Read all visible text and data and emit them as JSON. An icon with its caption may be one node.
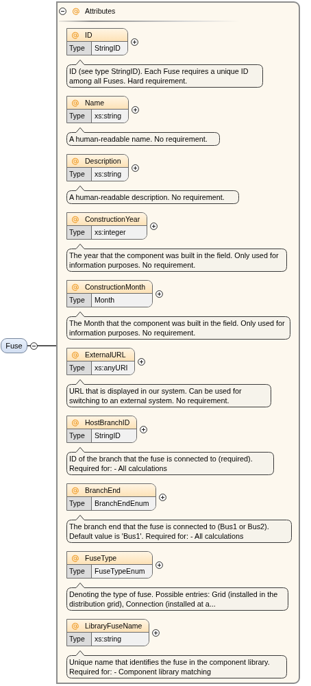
{
  "diagram": {
    "nodes": [
      {
        "text": [
          "Fuse"
        ]
      },
      {
        "text": [
          "Attributes"
        ]
      },
      {
        "text": [
          "ID",
          "Type",
          "StringID"
        ],
        "in": 1
      },
      {
        "text": [
          "ID (see type StringID). Each Fuse requires a unique ID among all Fuses. Hard requirement."
        ],
        "in": 1
      },
      {
        "text": [
          "Name",
          "Type",
          "xs:string"
        ],
        "in": 1
      },
      {
        "text": [
          "A human-readable name. No requirement."
        ],
        "in": 1
      },
      {
        "text": [
          "Description",
          "Type",
          "xs:string"
        ],
        "in": 1
      },
      {
        "text": [
          "A human-readable description. No requirement."
        ],
        "in": 1
      },
      {
        "text": [
          "ConstructionYear",
          "Type",
          "xs:integer"
        ],
        "in": 1
      },
      {
        "text": [
          "The year that the component was built in the field. Only used for information purposes. No requirement."
        ],
        "in": 1
      },
      {
        "text": [
          "ConstructionMonth",
          "Type",
          "Month"
        ],
        "in": 1
      },
      {
        "text": [
          "The Month that the component was built in the field. Only used for information purposes. No requirement."
        ],
        "in": 1
      },
      {
        "text": [
          "ExternalURL",
          "Type",
          "xs:anyURI"
        ],
        "in": 1
      },
      {
        "text": [
          "URL that is displayed in our system. Can be used for switching to an external system. No requirement."
        ],
        "in": 1
      },
      {
        "text": [
          "HostBranchID",
          "Type",
          "StringID"
        ],
        "in": 1
      },
      {
        "text": [
          "ID of the branch that the fuse is connected to (required). Required for: - All calculations"
        ],
        "in": 1
      },
      {
        "text": [
          "BranchEnd",
          "Type",
          "BranchEndEnum"
        ],
        "in": 1
      },
      {
        "text": [
          "The branch end that the fuse is connected to (Bus1 or Bus2). Default value is 'Bus1'. Required for: - All calculations"
        ],
        "in": 1
      },
      {
        "text": [
          "FuseType",
          "Type",
          "FuseTypeEnum"
        ],
        "in": 1
      },
      {
        "text": [
          "Denoting the type of fuse. Possible entries: Grid (installed in the distribution grid), Connection (installed at a..."
        ],
        "in": 1
      },
      {
        "text": [
          "LibraryFuseName",
          "Type",
          "xs:string"
        ],
        "in": 1
      },
      {
        "text": [
          "Unique name that identifies the fuse in the component library. Required for: - Component library matching"
        ],
        "in": 1
      }
    ],
    "edges": [
      {
        "from": 0,
        "to": 1,
        "arrow": "none"
      }
    ]
  }
}
